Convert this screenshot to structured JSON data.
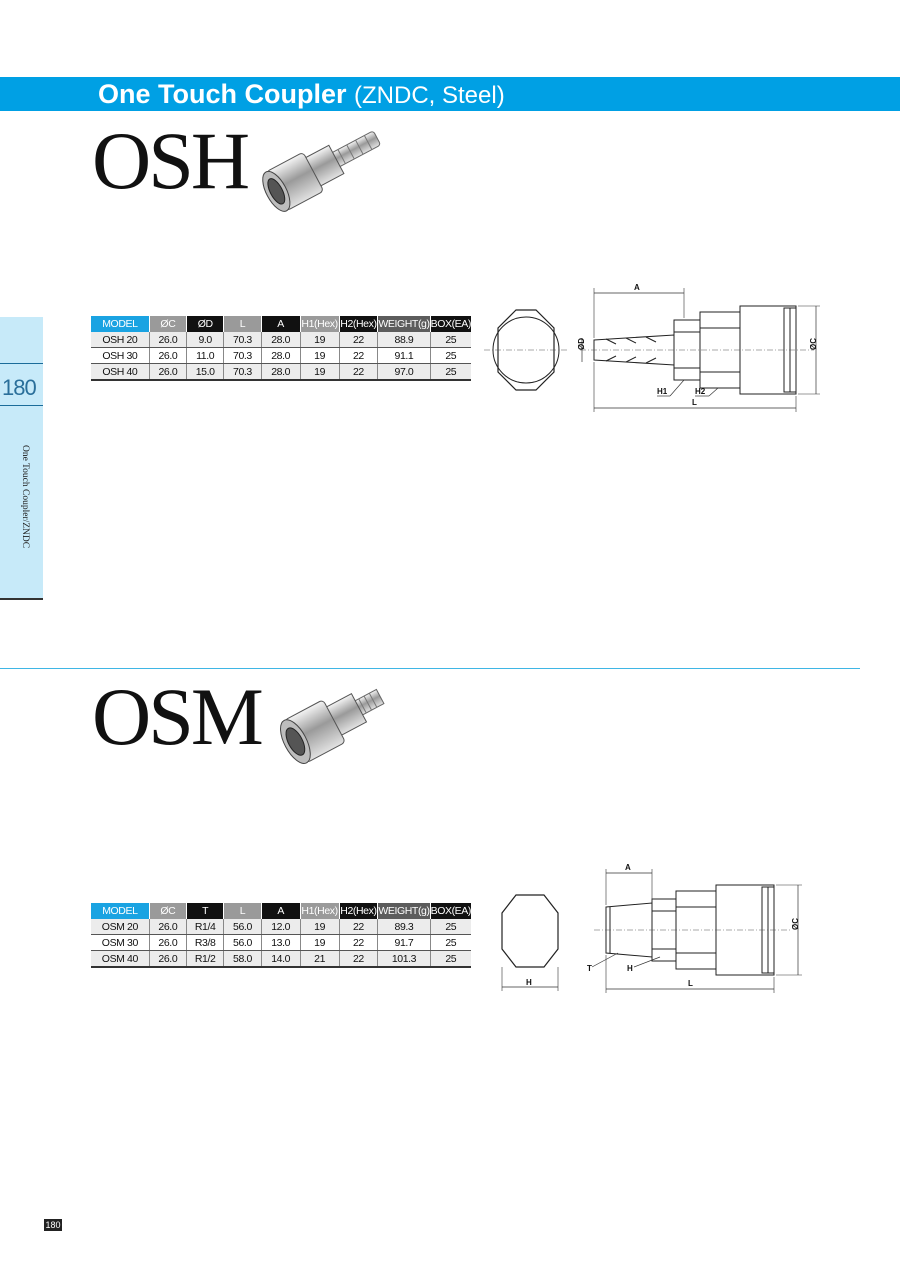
{
  "header": {
    "title_main": "One Touch Coupler",
    "title_sub": "(ZNDC, Steel)"
  },
  "side_tab": {
    "page_number": "180",
    "section": "One Touch Coupler/ZNDC"
  },
  "osh": {
    "model": "OSH",
    "table": {
      "headers": [
        "MODEL",
        "ØC",
        "ØD",
        "L",
        "A",
        "H1(Hex)",
        "H2(Hex)",
        "WEIGHT(g)",
        "BOX(EA)"
      ],
      "rows": [
        [
          "OSH 20",
          "26.0",
          "9.0",
          "70.3",
          "28.0",
          "19",
          "22",
          "88.9",
          "25"
        ],
        [
          "OSH 30",
          "26.0",
          "11.0",
          "70.3",
          "28.0",
          "19",
          "22",
          "91.1",
          "25"
        ],
        [
          "OSH 40",
          "26.0",
          "15.0",
          "70.3",
          "28.0",
          "19",
          "22",
          "97.0",
          "25"
        ]
      ]
    },
    "drawing_labels": {
      "A": "A",
      "D": "ØD",
      "C": "ØC",
      "H1": "H1",
      "H2": "H2",
      "L": "L"
    }
  },
  "osm": {
    "model": "OSM",
    "table": {
      "headers": [
        "MODEL",
        "ØC",
        "T",
        "L",
        "A",
        "H1(Hex)",
        "H2(Hex)",
        "WEIGHT(g)",
        "BOX(EA)"
      ],
      "rows": [
        [
          "OSM 20",
          "26.0",
          "R1/4",
          "56.0",
          "12.0",
          "19",
          "22",
          "89.3",
          "25"
        ],
        [
          "OSM 30",
          "26.0",
          "R3/8",
          "56.0",
          "13.0",
          "19",
          "22",
          "91.7",
          "25"
        ],
        [
          "OSM 40",
          "26.0",
          "R1/2",
          "58.0",
          "14.0",
          "21",
          "22",
          "101.3",
          "25"
        ]
      ]
    },
    "drawing_labels": {
      "A": "A",
      "C": "ØC",
      "T": "T",
      "H": "H",
      "Hbottom": "H",
      "L": "L"
    }
  },
  "footer": {
    "page_number": "180"
  }
}
